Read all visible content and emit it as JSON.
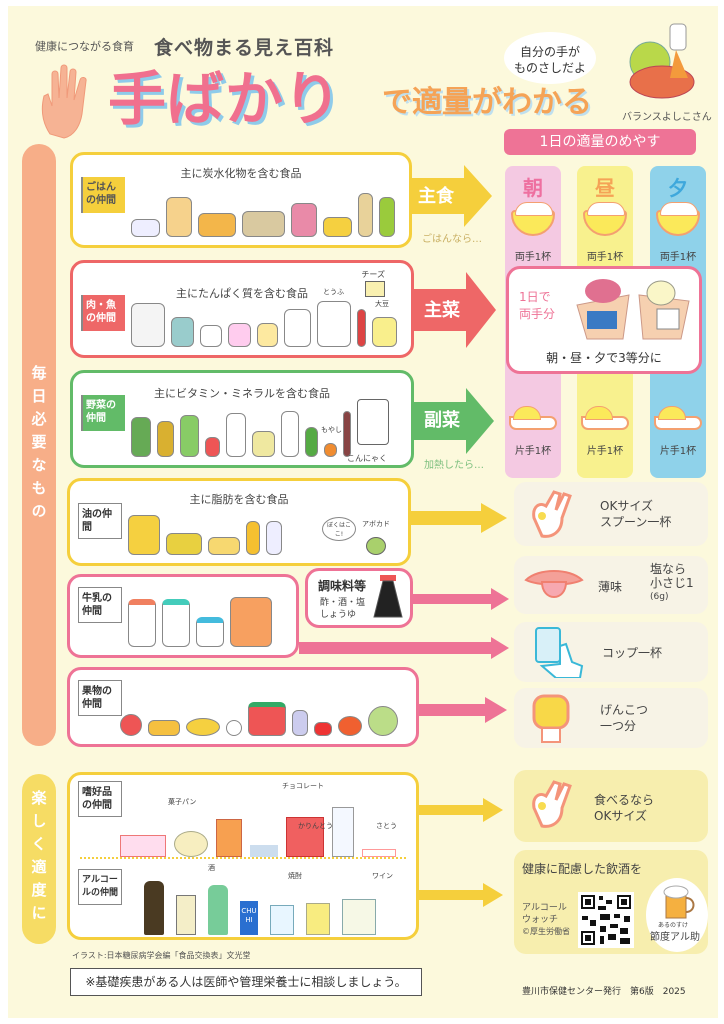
{
  "header": {
    "series_label": "健康につながる食育",
    "series_title": "食べ物まる見え百科",
    "main_title": "手ばかり",
    "sub_title": "で適量がわかる",
    "bubble_line1": "自分の手が",
    "bubble_line2": "ものさしだよ",
    "mascot_name": "バランスよしこさん"
  },
  "side": {
    "daily": "毎日必要なもの",
    "moderate": "楽しく適度に"
  },
  "groups": {
    "staple": {
      "caption": "主に炭水化物を含む食品",
      "flag": "ごはんの仲間",
      "arrow": "主食",
      "note": "ごはんなら…"
    },
    "main": {
      "caption": "主にたんぱく質を含む食品",
      "flag": "肉・魚の仲間",
      "arrow": "主菜",
      "cheese": "チーズ",
      "tofu": "とうふ",
      "soy": "大豆"
    },
    "side": {
      "caption": "主にビタミン・ミネラルを含む食品",
      "flag": "野菜の仲間",
      "arrow": "副菜",
      "note": "加熱したら…",
      "moyashi": "もやし",
      "konnyaku": "こんにゃく"
    },
    "oil": {
      "caption": "主に脂肪を含む食品",
      "flag": "油の仲間",
      "avocado": "アボカド",
      "avocado_bubble": "ぼくはここ!"
    },
    "milk": {
      "flag": "牛乳の仲間"
    },
    "seasoning": {
      "title": "調味料等",
      "line1": "酢・酒・塩",
      "line2": "しょうゆ"
    },
    "fruit": {
      "flag": "果物の仲間"
    },
    "treats": {
      "flag": "嗜好品の仲間",
      "kashipan": "菓子パン",
      "chocolate": "チョコレート",
      "karinto": "かりんとう",
      "sugar": "さとう"
    },
    "alcohol": {
      "flag": "アルコールの仲間",
      "sake": "酒",
      "shochu": "焼酎",
      "wine": "ワイン",
      "chuhi": "CHU HI"
    }
  },
  "daily_guide": {
    "title": "1日の適量のめやす",
    "columns": [
      {
        "label": "朝",
        "color": "#f4c9e2"
      },
      {
        "label": "昼",
        "color": "#f8f18e"
      },
      {
        "label": "夕",
        "color": "#8fd2ea"
      }
    ],
    "staple_amount": "両手1杯",
    "side_amount": "片手1杯",
    "main_box": {
      "line1": "1日で",
      "line2": "両手分",
      "split": "朝・昼・夕で3等分に"
    }
  },
  "cards": {
    "oil": {
      "line1": "OKサイズ",
      "line2": "スプーン一杯"
    },
    "seasoning": {
      "label": "薄味",
      "salt1": "塩なら",
      "salt2": "小さじ1",
      "salt3": "(6g)"
    },
    "milk": {
      "label": "コップ一杯"
    },
    "fruit": {
      "line1": "げんこつ",
      "line2": "一つ分"
    },
    "treats": {
      "line1": "食べるなら",
      "line2": "OKサイズ"
    },
    "alcohol": {
      "title": "健康に配慮した飲酒を",
      "app1": "アルコール",
      "app2": "ウォッチ",
      "app3": "©厚生労働省",
      "mascot_ruby": "あるのすけ",
      "mascot_name": "節度アル助"
    }
  },
  "footer": {
    "credit": "イラスト:日本糖尿病学会編「食品交換表」文光堂",
    "notice": "※基礎疾患がある人は医師や管理栄養士に相談しましょう。",
    "publisher": "豊川市保健センター発行　第6版　2025"
  },
  "colors": {
    "yellow": "#f5cf3c",
    "red": "#ee6767",
    "green": "#62bb68",
    "pink": "#ee7396",
    "orange_pill": "#f7ae88"
  }
}
